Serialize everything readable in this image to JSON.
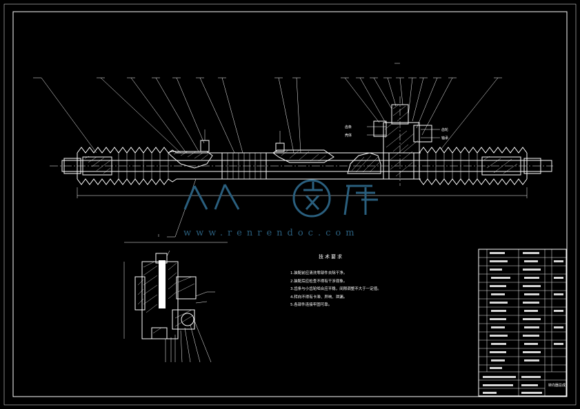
{
  "notes": {
    "title": "技术要求",
    "items": [
      "1.装配前应清洗零部件去除干净。",
      "2.装配后应检查不得有干涉现象。",
      "3.齿条与小齿轮啮合应平稳，间隙调整不大于一定值。",
      "4.转向不得有卡滞、异响、泄漏。",
      "5.各部件连接牢固可靠。"
    ]
  },
  "watermark": {
    "logo_text": "人人文库",
    "url": "www.renrendoc.com"
  },
  "callouts": {
    "label_a": "齿条",
    "label_b": "壳体",
    "label_c": "齿轮",
    "label_d": "轴承"
  },
  "title_block": {
    "drawing_name": "转向器总成"
  },
  "colors": {
    "background": "#000000",
    "lines": "#ffffff",
    "watermark": "#2a5f7e"
  }
}
